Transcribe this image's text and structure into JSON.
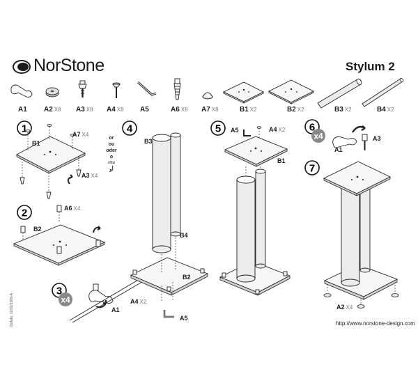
{
  "brand": {
    "name": "NorStone",
    "product": "Stylum 2"
  },
  "parts": [
    {
      "id": "A1",
      "qty": ""
    },
    {
      "id": "A2",
      "qty": "X8"
    },
    {
      "id": "A3",
      "qty": "X8"
    },
    {
      "id": "A4",
      "qty": "X8"
    },
    {
      "id": "A5",
      "qty": ""
    },
    {
      "id": "A6",
      "qty": "X8"
    },
    {
      "id": "A7",
      "qty": "X8"
    },
    {
      "id": "B1",
      "qty": "X2"
    },
    {
      "id": "B2",
      "qty": "X2"
    },
    {
      "id": "B3",
      "qty": "X2"
    },
    {
      "id": "B4",
      "qty": "X2"
    }
  ],
  "steps": [
    "1",
    "2",
    "3",
    "4",
    "5",
    "6",
    "7"
  ],
  "multipliers": {
    "step3": "x4",
    "step6": "x4"
  },
  "tags": {
    "s1_b1": "B1",
    "s1_a7": "A7",
    "s1_a7_qty": "X4",
    "s1_a3": "A3",
    "s1_a3_qty": "X4",
    "s2_b2": "B2",
    "s2_a6": "A6",
    "s2_a6_qty": "X4",
    "s3_a1": "A1",
    "s4_b3": "B3",
    "s4_b4": "B4",
    "s4_b2": "B2",
    "s4_a4": "A4",
    "s4_a4_qty": "X2",
    "s4_a5": "A5",
    "s5_a5": "A5",
    "s5_a4": "A4",
    "s5_a4_qty": "X2",
    "s5_b1": "B1",
    "s6_a1": "A1",
    "s6_a3": "A3",
    "s7_a2": "A2",
    "s7_a2_qty": "X4"
  },
  "lang_or": [
    "or",
    "ou",
    "oder",
    "o",
    "of/tai",
    "أو"
  ],
  "footer": {
    "url": "http://www.norstone-design.com",
    "sidenote": "Update: 10/02/2009-A"
  }
}
